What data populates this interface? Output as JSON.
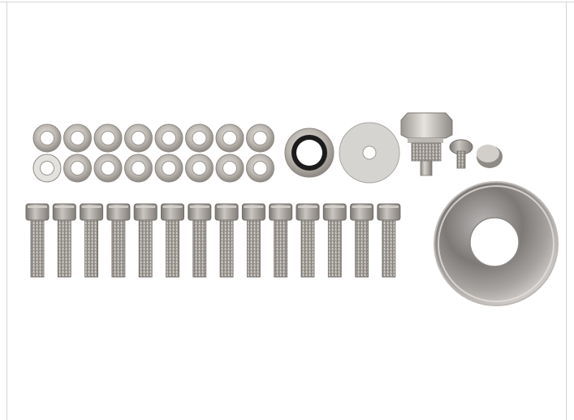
{
  "photo": {
    "subject": "hardware-kit",
    "items": {
      "washers_top_row": 8,
      "washers_bottom_row": 8,
      "socket_cap_bolts": 14,
      "sealing_washer": 1,
      "flat_washer": 1,
      "drain_plug": 1,
      "small_screw": 1,
      "cap_plug": 1,
      "large_fender_washer": 1
    }
  },
  "colors": {
    "background": "#ffffff",
    "steel_light": "#d9d6d2",
    "steel_mid": "#a9a5a0",
    "steel_dark": "#6f6b66",
    "rubber": "#1b1b1b"
  }
}
